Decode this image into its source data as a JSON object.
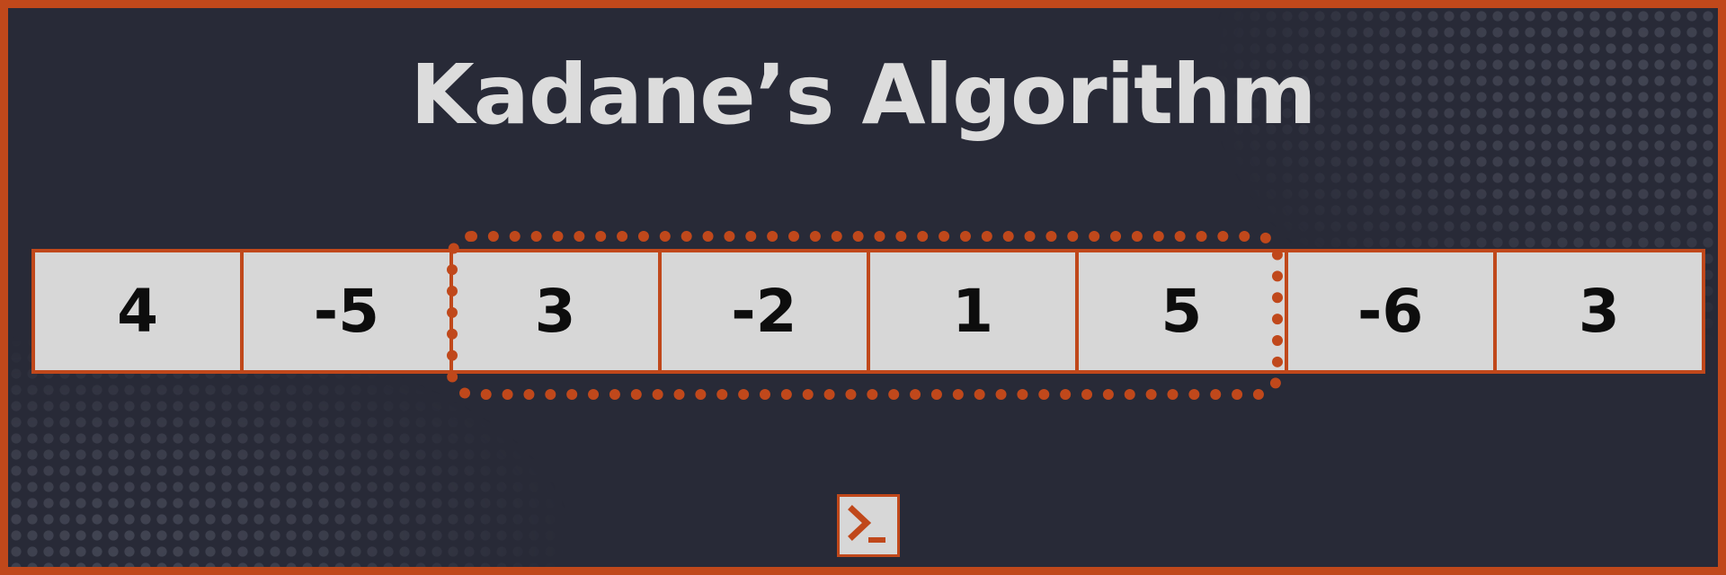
{
  "title": "Kadane’s Algorithm",
  "array": {
    "values": [
      "4",
      "-5",
      "3",
      "-2",
      "1",
      "5",
      "-6",
      "3"
    ],
    "highlighted_subarray": {
      "start_index": 2,
      "end_index": 5
    }
  },
  "colors": {
    "background": "#282a37",
    "accent": "#c0481b",
    "cell_fill": "#d7d7d7",
    "title_text": "#dcdcdc",
    "cell_text": "#0d0d0d"
  },
  "icons": {
    "footer": "terminal-prompt-icon"
  }
}
